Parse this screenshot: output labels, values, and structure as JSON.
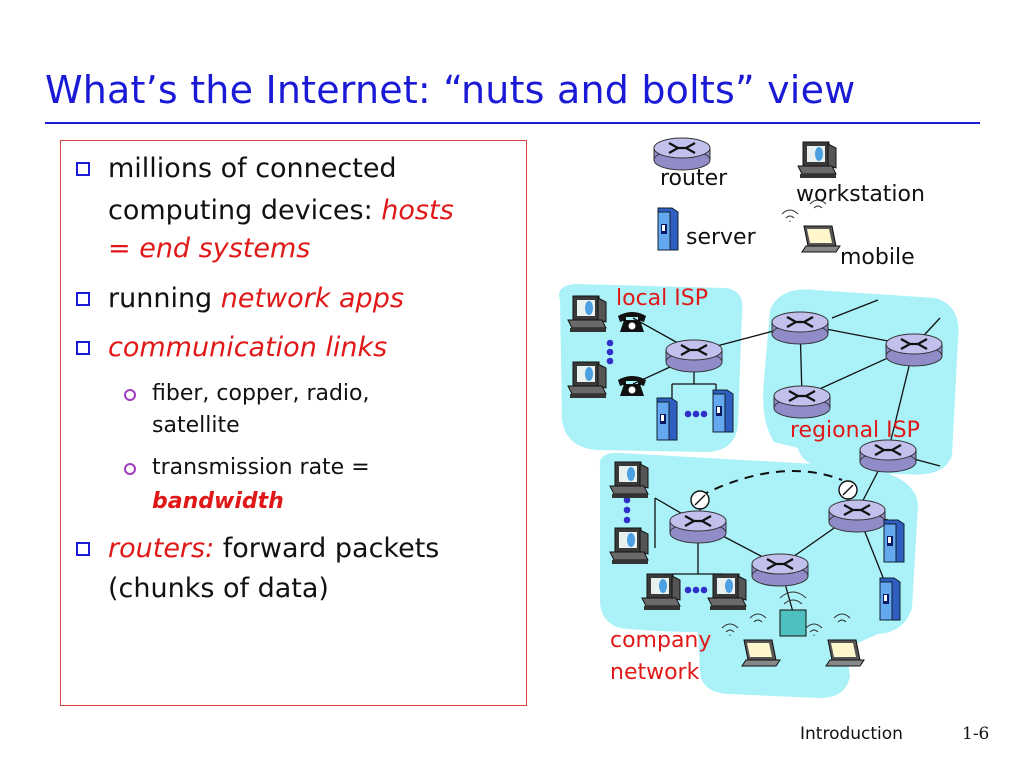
{
  "title": "What’s the Internet: “nuts and bolts” view",
  "bullets": [
    {
      "line1": "millions of connected",
      "line2a": "computing devices: ",
      "line2b": "hosts",
      "line3": "= end systems"
    },
    {
      "prefix": " running ",
      "em": "network apps"
    },
    {
      "em": "communication links"
    },
    {
      "em": "routers:",
      "rest": " forward packets",
      "line2": "(chunks of data)"
    }
  ],
  "subbullets": [
    {
      "line1": "fiber, copper, radio,",
      "line2": "satellite"
    },
    {
      "line1": "transmission rate =",
      "em": "bandwidth"
    }
  ],
  "legend": {
    "router": "router",
    "workstation": "workstation",
    "server": "server",
    "mobile": "mobile"
  },
  "diagram_labels": {
    "local_isp": "local ISP",
    "regional_isp": "regional ISP",
    "company_line1": "company",
    "company_line2": "network"
  },
  "footer": {
    "section": "Introduction",
    "page": "1-6"
  },
  "colors": {
    "title_blue": "#1a1ad6",
    "accent_red": "#e01818",
    "cloud": "#aaf2f8",
    "router": "#b9b6e6"
  }
}
